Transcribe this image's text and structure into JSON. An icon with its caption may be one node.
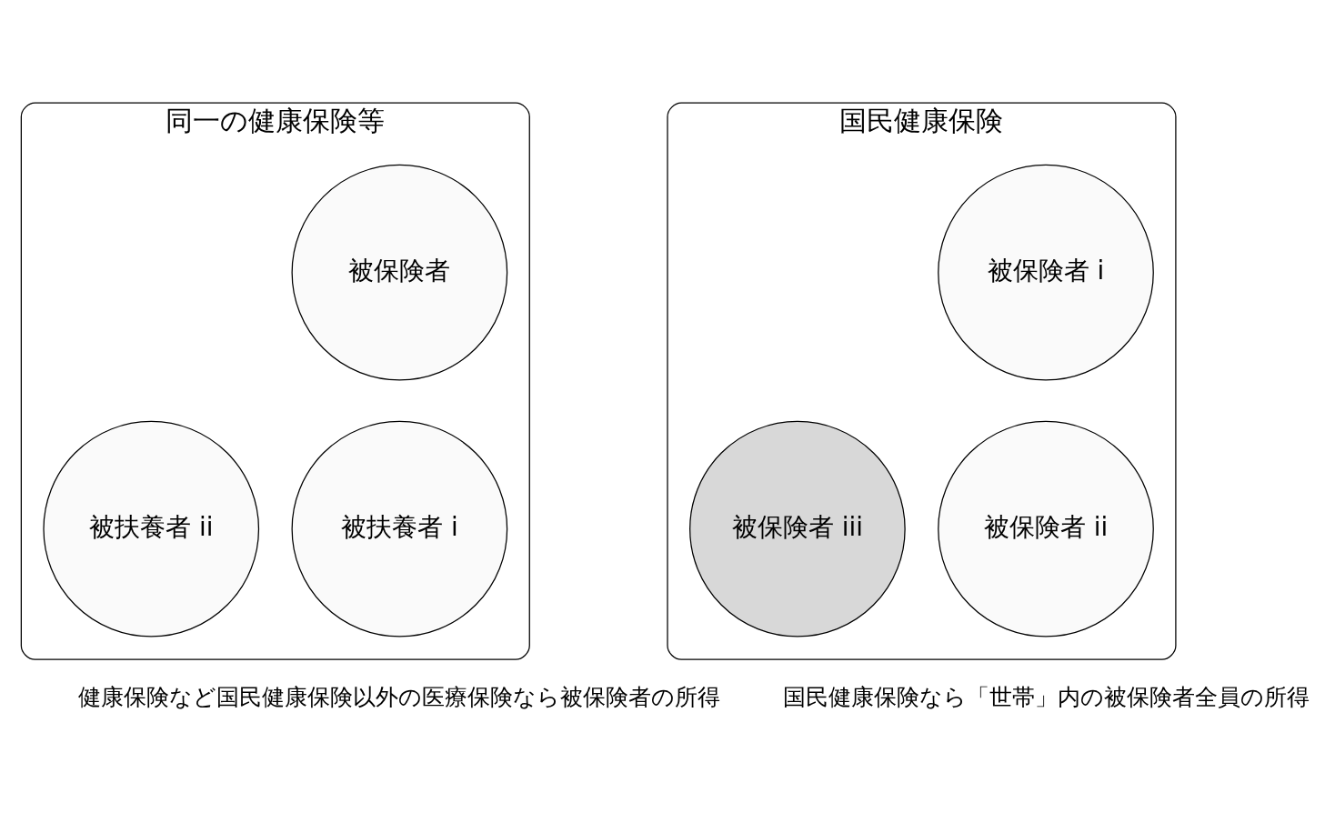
{
  "diagram": {
    "nodes": [
      {
        "text": [
          "同一の健康保険等"
        ]
      },
      {
        "text": [
          "被保険者"
        ],
        "in": 0
      },
      {
        "text": [
          "被扶養者 i"
        ],
        "in": 0
      },
      {
        "text": [
          "被扶養者 ii"
        ],
        "in": 0
      },
      {
        "text": [
          "国民健康保険"
        ]
      },
      {
        "text": [
          "被保険者 i"
        ],
        "in": 4
      },
      {
        "text": [
          "被保険者 ii"
        ],
        "in": 4
      },
      {
        "text": [
          "被保険者 iii"
        ],
        "in": 4
      }
    ],
    "edges": [],
    "labels": [
      "健康保険など国民健康保険以外の医療保険なら被保険者の所得",
      "国民健康保険なら「世帯」内の被保険者全員の所得"
    ]
  }
}
